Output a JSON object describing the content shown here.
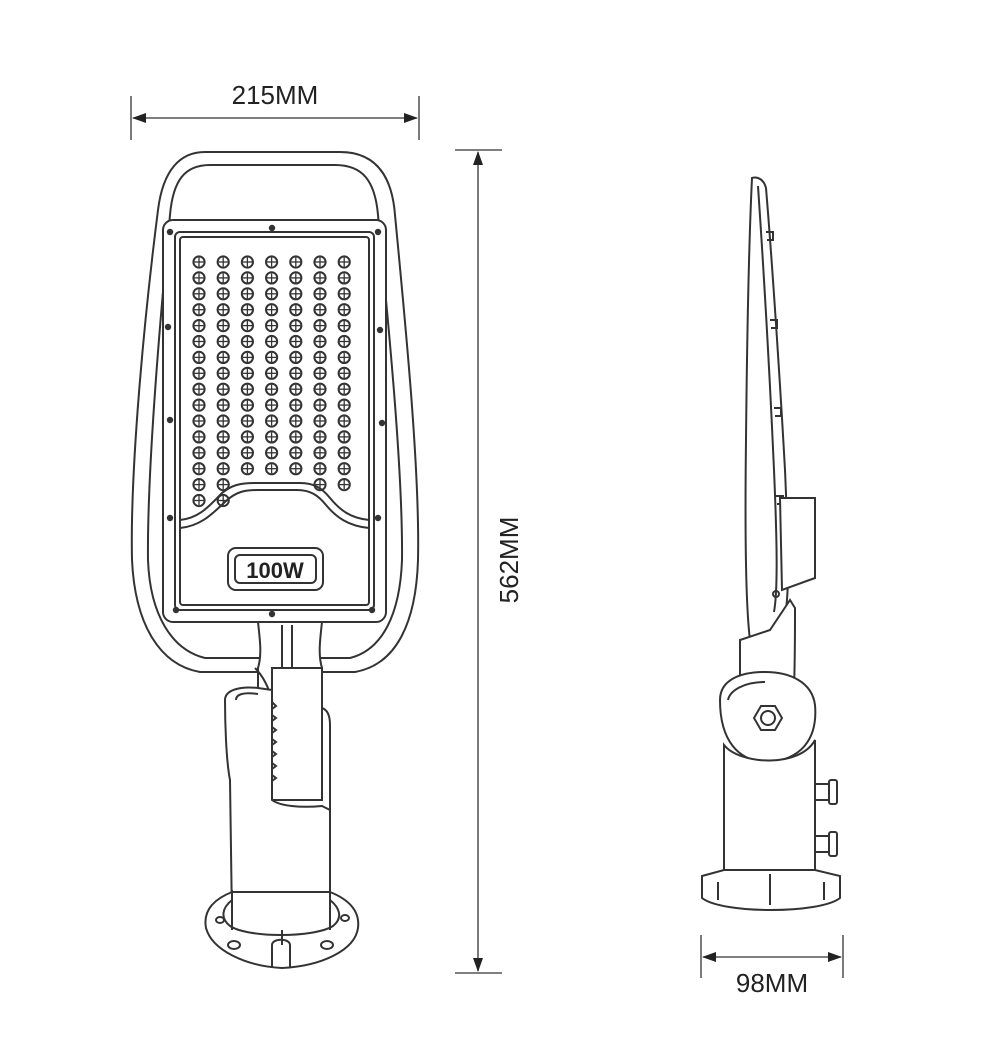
{
  "dimensions": {
    "width_label": "215MM",
    "height_label": "562MM",
    "depth_label": "98MM"
  },
  "lamp": {
    "power_label": "100W",
    "led_grid": {
      "columns": 7,
      "rows_full": 14,
      "rows_partial": 2
    }
  },
  "colors": {
    "line": "#333333",
    "background": "#ffffff"
  }
}
